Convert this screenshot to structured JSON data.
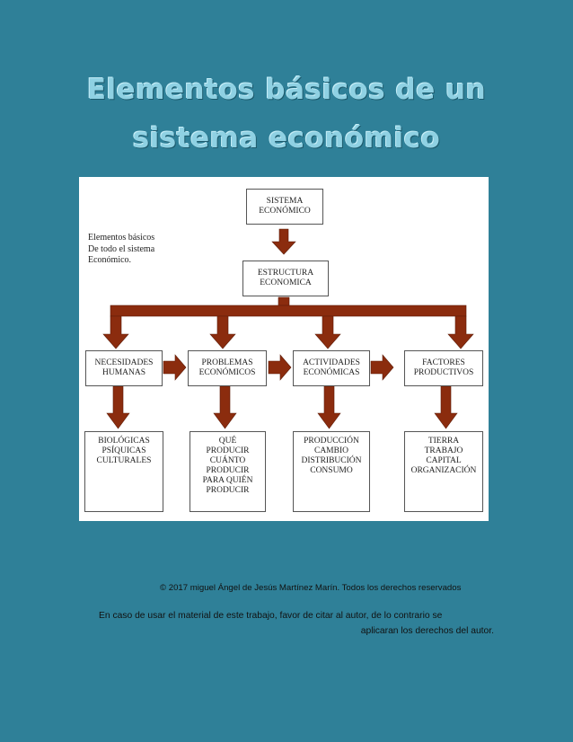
{
  "page": {
    "title_line1": "Elementos básicos de un",
    "title_line2": "sistema económico"
  },
  "diagram": {
    "side_note": [
      "Elementos básicos",
      "De todo el sistema",
      "Económico."
    ],
    "top": [
      "SISTEMA",
      "ECONÓMICO"
    ],
    "middle": [
      "ESTRUCTURA",
      "ECONOMICA"
    ],
    "categories": [
      {
        "label": [
          "NECESIDADES",
          "HUMANAS"
        ],
        "items": [
          "BIOLÓGICAS",
          "PSÍQUICAS",
          "CULTURALES"
        ]
      },
      {
        "label": [
          "PROBLEMAS",
          "ECONÓMICOS"
        ],
        "items": [
          "QUÉ",
          "PRODUCIR",
          "CUÁNTO",
          "PRODUCIR",
          "PARA QUIÉN",
          "PRODUCIR"
        ]
      },
      {
        "label": [
          "ACTIVIDADES",
          "ECONÓMICAS"
        ],
        "items": [
          "PRODUCCIÓN",
          "CAMBIO",
          "DISTRIBUCIÓN",
          "CONSUMO"
        ]
      },
      {
        "label": [
          "FACTORES",
          "PRODUCTIVOS"
        ],
        "items": [
          "TIERRA",
          "TRABAJO",
          "CAPITAL",
          "ORGANIZACIÓN"
        ]
      }
    ],
    "arrow_color": "#8b2c0e"
  },
  "footer": {
    "copyright": "© 2017 miguel Ángel de Jesús Martínez Marín. Todos los derechos reservados",
    "notice_line1": "En caso de usar el material de este trabajo, favor de citar al autor, de lo contrario se",
    "notice_line2": "aplicaran los derechos del autor."
  }
}
